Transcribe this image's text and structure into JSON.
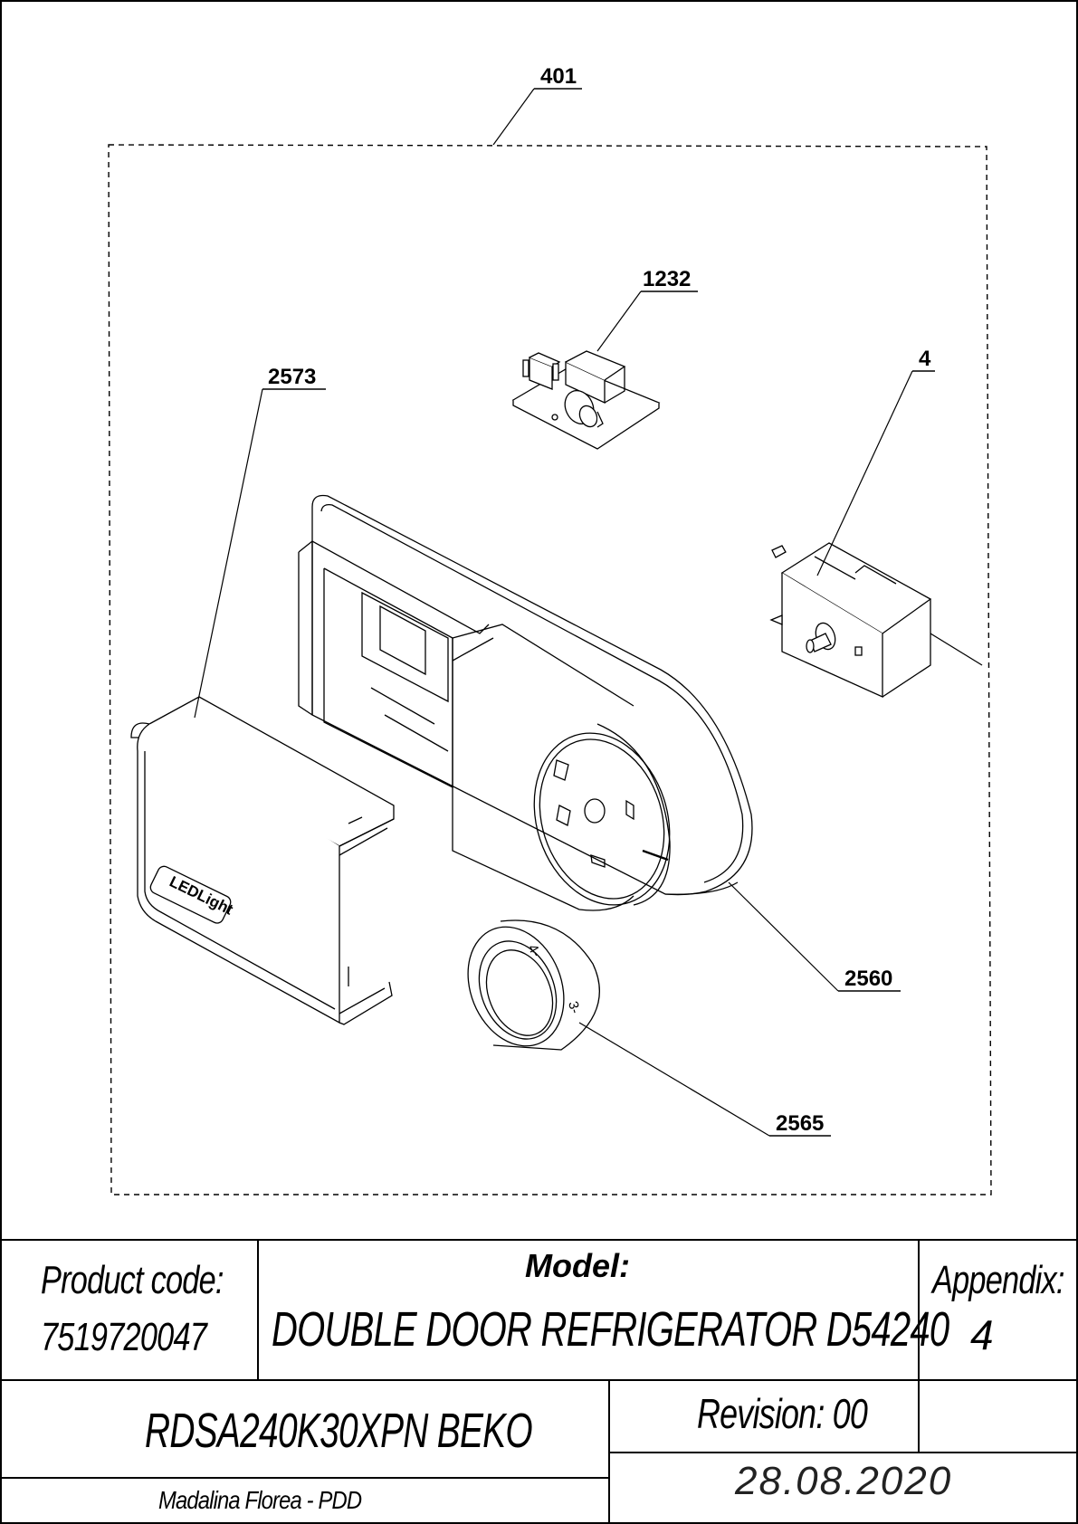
{
  "drawing": {
    "group_callout": "401",
    "parts": [
      {
        "ref": "1232"
      },
      {
        "ref": "2573"
      },
      {
        "ref": "4"
      },
      {
        "ref": "2560"
      },
      {
        "ref": "2565"
      }
    ],
    "panel_logo_text": "LEDLight",
    "knob_marks": [
      "4-",
      "3-"
    ]
  },
  "title_block": {
    "product_code_label": "Product code:",
    "product_code": "7519720047",
    "model_label": "Model:",
    "model": "DOUBLE DOOR REFRIGERATOR D54240",
    "appendix_label": "Appendix:",
    "appendix": "4",
    "variant": "RDSA240K30XPN BEKO",
    "revision": "Revision: 00",
    "author": "Madalina Florea - PDD",
    "date": "28.08.2020"
  }
}
